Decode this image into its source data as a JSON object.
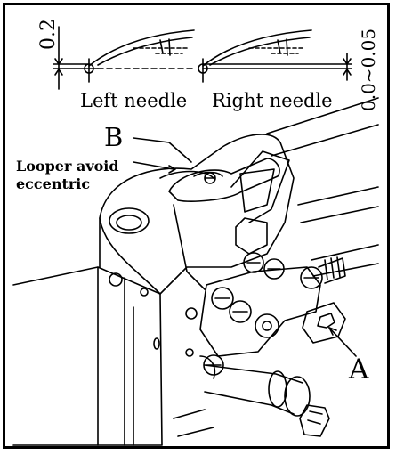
{
  "top_view": {
    "dim_left": "0.2",
    "dim_right": "0.0~0.05",
    "left_needle": "Left needle",
    "right_needle": "Right needle"
  },
  "callouts": {
    "b": "B",
    "looper_line1": "Looper avoid",
    "looper_line2": "eccentric",
    "a": "A"
  },
  "colors": {
    "ink": "#000000",
    "paper": "#ffffff",
    "shade": "#e6e6e6"
  }
}
